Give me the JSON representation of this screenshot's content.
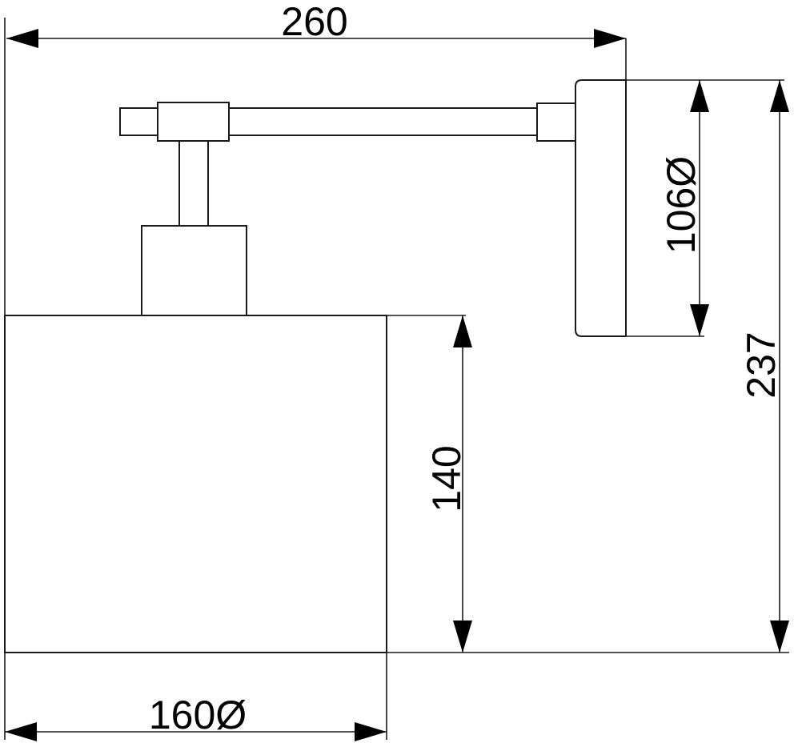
{
  "dimensions": {
    "overall_width": "260",
    "mount_diameter": "106Ø",
    "overall_height": "237",
    "shade_height": "140",
    "shade_diameter": "160Ø"
  },
  "colors": {
    "line": "#1a1a1a",
    "background": "#ffffff"
  }
}
